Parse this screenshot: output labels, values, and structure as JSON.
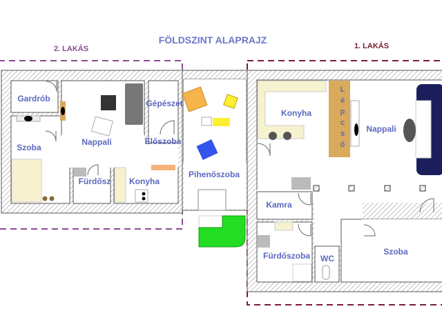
{
  "title": "FÖLDSZINT ALAPRAJZ",
  "apartments": {
    "apt2": {
      "label": "2. LAKÁS",
      "color": "#8a4a8f"
    },
    "apt1": {
      "label": "1. LAKÁS",
      "color": "#7a1c30"
    }
  },
  "rooms_apt2": {
    "gardrob": "Gardrób",
    "szoba": "Szoba",
    "nappali": "Nappali",
    "gepeszet": "Gépészet",
    "eloszoba": "Előszoba",
    "furdo": "Fürdősz",
    "konyha": "Konyha"
  },
  "common": {
    "pihenoszoba": "Pihenőszoba"
  },
  "rooms_apt1": {
    "konyha": "Konyha",
    "lepcso": [
      "L",
      "é",
      "p",
      "c",
      "s",
      "ő"
    ],
    "nappali": "Nappali",
    "kamra": "Kamra",
    "furdoszoba": "Fürdőszoba",
    "wc": "WC",
    "szoba": "Szoba"
  },
  "colors": {
    "label": "#5b68c0",
    "stairs": "#d9a95c",
    "sofa_right": "#1a1f5c",
    "sofa_green": "#22dd22"
  }
}
